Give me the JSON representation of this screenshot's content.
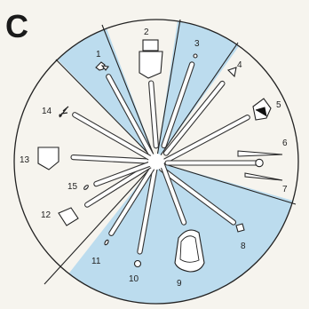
{
  "panel_label": "C",
  "colors": {
    "background": "#f6f4ee",
    "wedge": "#bcdcee",
    "line": "#222222"
  },
  "items": [
    {
      "number": "1",
      "icon": "small-cluster-icon"
    },
    {
      "number": "2",
      "icon": "large-box-icon"
    },
    {
      "number": "3",
      "icon": "tiny-dot-icon"
    },
    {
      "number": "4",
      "icon": "small-angular-icon"
    },
    {
      "number": "5",
      "icon": "cube-icon"
    },
    {
      "number": "6",
      "icon": "rod-icon"
    },
    {
      "number": "7",
      "icon": "rod-icon"
    },
    {
      "number": "8",
      "icon": "small-ring-icon"
    },
    {
      "number": "9",
      "icon": "large-vessel-icon"
    },
    {
      "number": "10",
      "icon": "circle-icon"
    },
    {
      "number": "11",
      "icon": "tiny-mark-icon"
    },
    {
      "number": "12",
      "icon": "diamond-icon"
    },
    {
      "number": "13",
      "icon": "pentagon-icon"
    },
    {
      "number": "14",
      "icon": "tiny-branch-icon"
    },
    {
      "number": "15",
      "icon": "tiny-mark-icon"
    }
  ]
}
